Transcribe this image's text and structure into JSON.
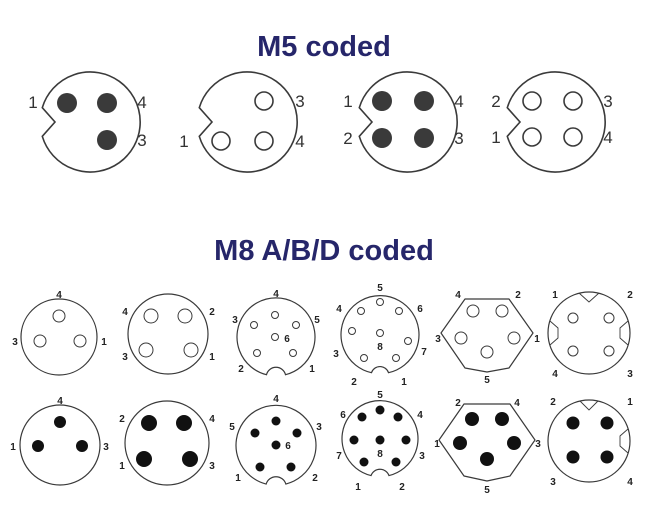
{
  "titles": {
    "m5": "M5 coded",
    "m8": "M8 A/B/D coded"
  },
  "colors": {
    "title": "#26266a",
    "outline": "#3a3a3a",
    "pin_filled": "#3a3a3a",
    "label": "#333333"
  },
  "m5_connectors": [
    {
      "name": "m5-3pin-male",
      "labels": [
        "1",
        "4",
        "3"
      ]
    },
    {
      "name": "m5-3pin-female",
      "labels": [
        "3",
        "1",
        "4"
      ]
    },
    {
      "name": "m5-4pin-male",
      "labels": [
        "1",
        "4",
        "2",
        "3"
      ]
    },
    {
      "name": "m5-4pin-female",
      "labels": [
        "2",
        "3",
        "1",
        "4"
      ]
    }
  ],
  "m8_connectors": [
    {
      "name": "m8-3pin-female",
      "labels": [
        "4",
        "3",
        "1"
      ]
    },
    {
      "name": "m8-4pin-female",
      "labels": [
        "4",
        "2",
        "3",
        "1"
      ]
    },
    {
      "name": "m8-6pin-female",
      "labels": [
        "4",
        "3",
        "5",
        "6",
        "2",
        "1"
      ]
    },
    {
      "name": "m8-8pin-female",
      "labels": [
        "5",
        "4",
        "6",
        "3",
        "8",
        "7",
        "2",
        "1"
      ]
    },
    {
      "name": "m8-5pin-female",
      "labels": [
        "4",
        "2",
        "3",
        "1",
        "5"
      ]
    },
    {
      "name": "m8-4pin-d-coded-female",
      "labels": [
        "1",
        "2",
        "4",
        "3"
      ]
    },
    {
      "name": "m8-3pin-male",
      "labels": [
        "4",
        "1",
        "3"
      ]
    },
    {
      "name": "m8-4pin-male",
      "labels": [
        "2",
        "4",
        "1",
        "3"
      ]
    },
    {
      "name": "m8-6pin-male",
      "labels": [
        "4",
        "5",
        "3",
        "6",
        "1",
        "2"
      ]
    },
    {
      "name": "m8-8pin-male",
      "labels": [
        "5",
        "6",
        "4",
        "7",
        "8",
        "3",
        "1",
        "2"
      ]
    },
    {
      "name": "m8-5pin-male",
      "labels": [
        "2",
        "4",
        "1",
        "3",
        "5"
      ]
    },
    {
      "name": "m8-4pin-d-coded-male",
      "labels": [
        "2",
        "1",
        "3",
        "4"
      ]
    }
  ]
}
